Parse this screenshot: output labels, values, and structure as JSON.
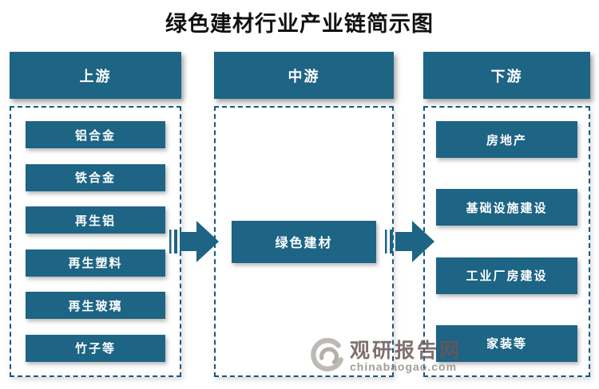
{
  "title": "绿色建材行业产业链简示图",
  "colors": {
    "primary_teal": "#1d6485",
    "dashed_border": "#135a80",
    "title_text": "#111111",
    "watermark_name": "#685656",
    "watermark_domain": "#a29e99"
  },
  "columns": [
    {
      "header": "上游",
      "items": [
        "铝合金",
        "铁合金",
        "再生铝",
        "再生塑料",
        "再生玻璃",
        "竹子等"
      ]
    },
    {
      "header": "中游",
      "items": [
        "绿色建材"
      ]
    },
    {
      "header": "下游",
      "items": [
        "房地产",
        "基础设施建设",
        "工业厂房建设",
        "家装等"
      ]
    }
  ],
  "arrows": [
    "upstream-to-midstream",
    "midstream-to-downstream"
  ],
  "watermark": {
    "logo": "swirl-logo-icon",
    "name": "观研报告网",
    "domain": "chinabaogao.com"
  }
}
